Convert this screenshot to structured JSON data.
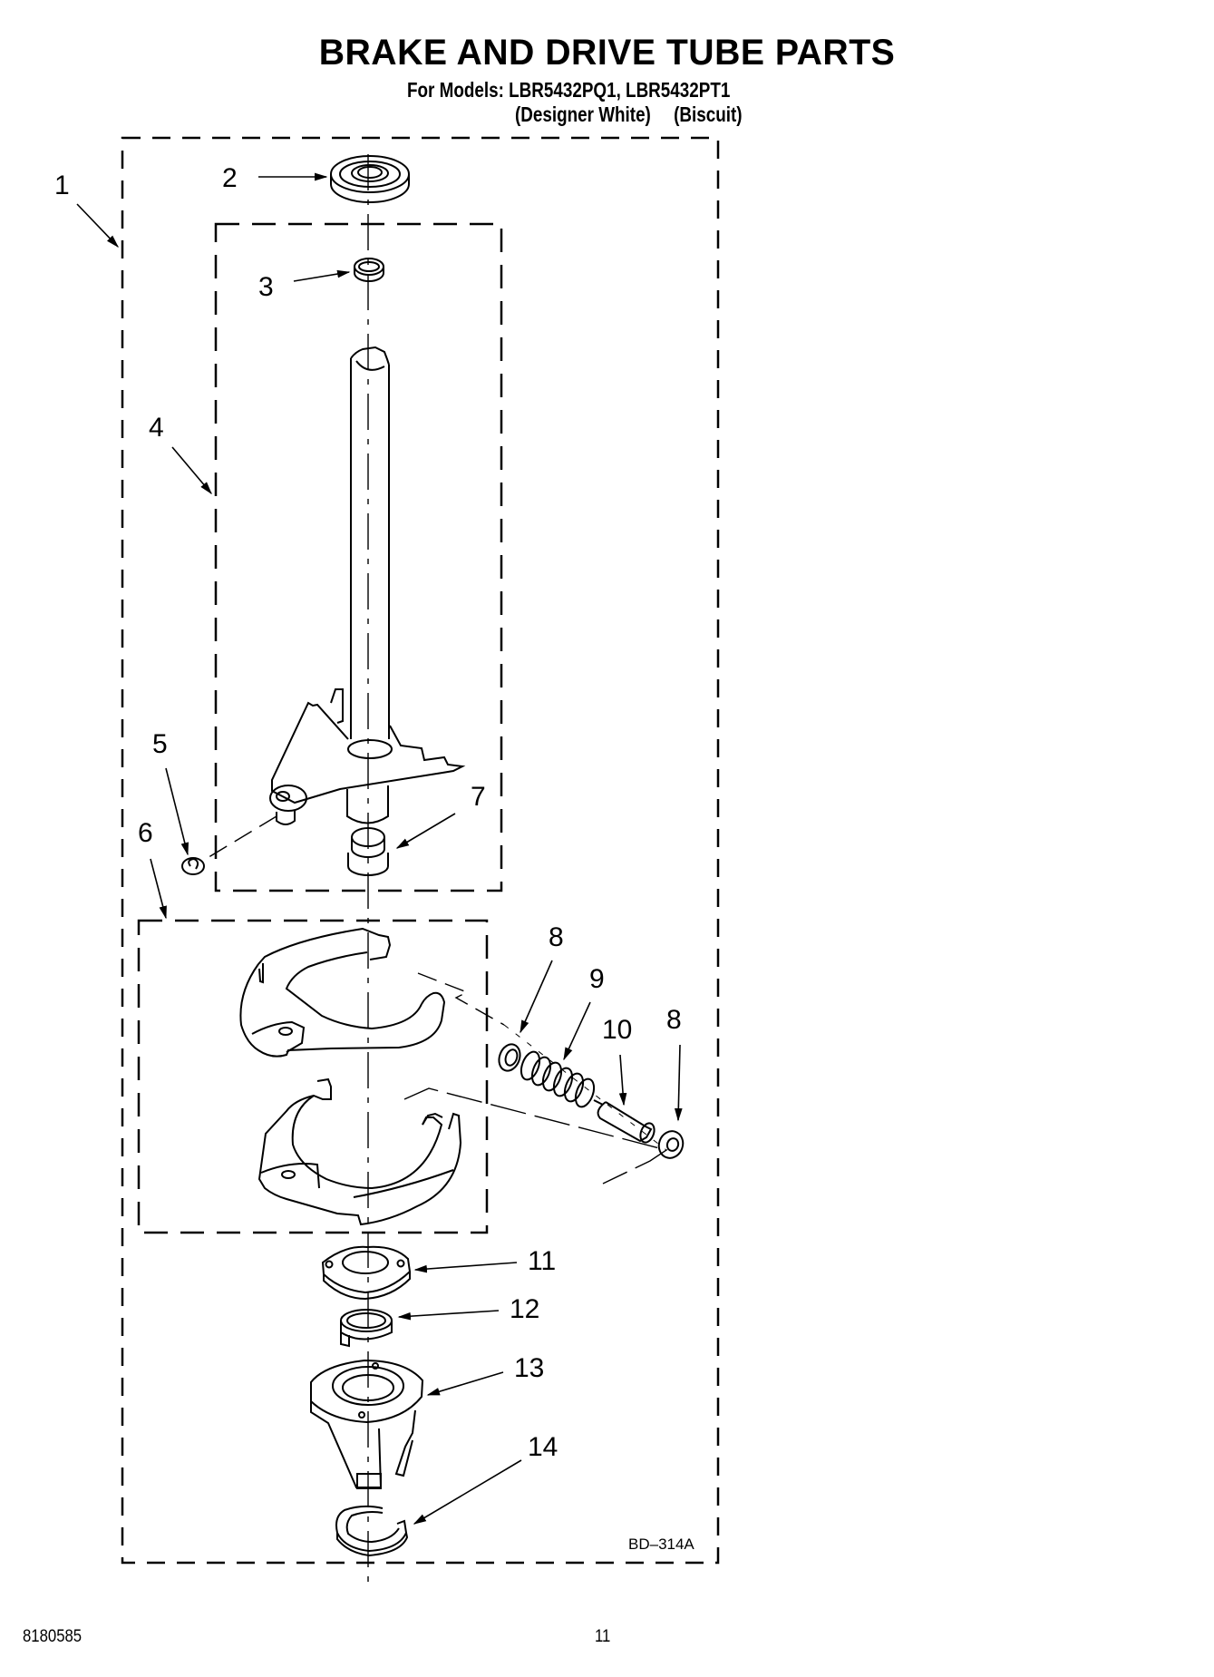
{
  "page": {
    "title": "BRAKE AND DRIVE TUBE PARTS",
    "models_line": "For Models: LBR5432PQ1, LBR5432PT1",
    "color_variants": [
      "(Designer White)",
      "(Biscuit)"
    ],
    "diagram_code": "BD–314A",
    "footer": {
      "document_number": "8180585",
      "page_number": "11"
    }
  },
  "callouts": [
    {
      "id": "1",
      "label": "1"
    },
    {
      "id": "2",
      "label": "2"
    },
    {
      "id": "3",
      "label": "3"
    },
    {
      "id": "4",
      "label": "4"
    },
    {
      "id": "5",
      "label": "5"
    },
    {
      "id": "6",
      "label": "6"
    },
    {
      "id": "7",
      "label": "7"
    },
    {
      "id": "8a",
      "label": "8"
    },
    {
      "id": "9",
      "label": "9"
    },
    {
      "id": "10",
      "label": "10"
    },
    {
      "id": "8b",
      "label": "8"
    },
    {
      "id": "11",
      "label": "11"
    },
    {
      "id": "12",
      "label": "12"
    },
    {
      "id": "13",
      "label": "13"
    },
    {
      "id": "14",
      "label": "14"
    }
  ],
  "colors": {
    "ink": "#000000",
    "paper": "#ffffff"
  }
}
